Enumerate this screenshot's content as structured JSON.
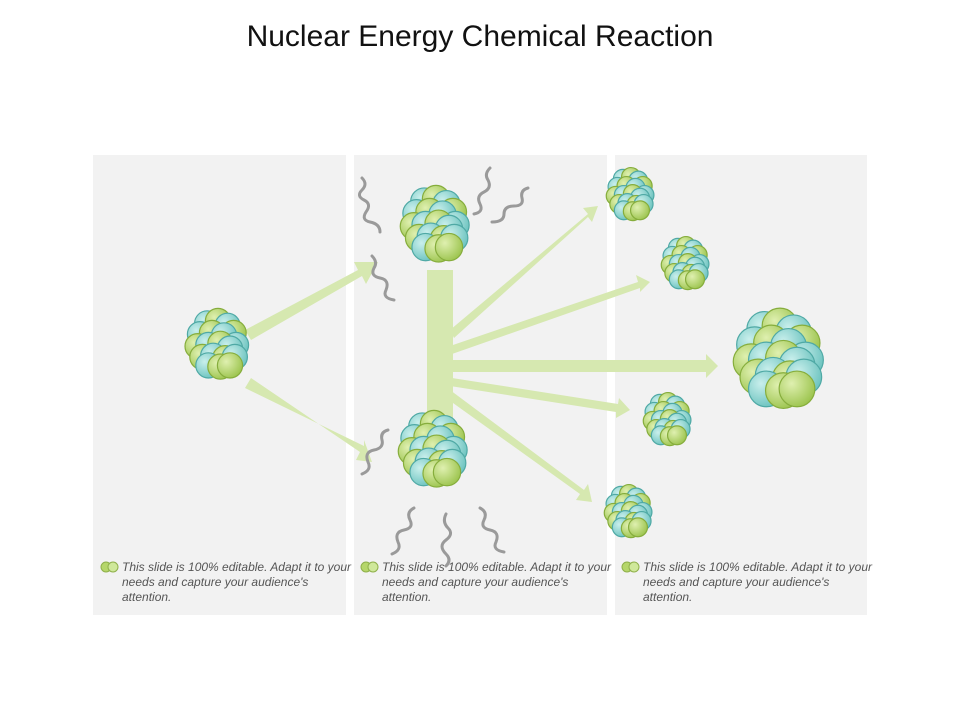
{
  "title": "Nuclear Energy Chemical Reaction",
  "captions": [
    "This slide is 100% editable. Adapt it to your needs and capture your audience's attention.",
    "This slide is 100% editable. Adapt it to your needs and capture your audience's attention.",
    "This slide is 100% editable. Adapt it to your needs and capture your audience's attention."
  ],
  "colors": {
    "panel": "#f2f2f2",
    "arrow": "#d6e8b0",
    "teal": "#8fd3d0",
    "green": "#b5d66a",
    "wave": "#9a9a9a"
  }
}
